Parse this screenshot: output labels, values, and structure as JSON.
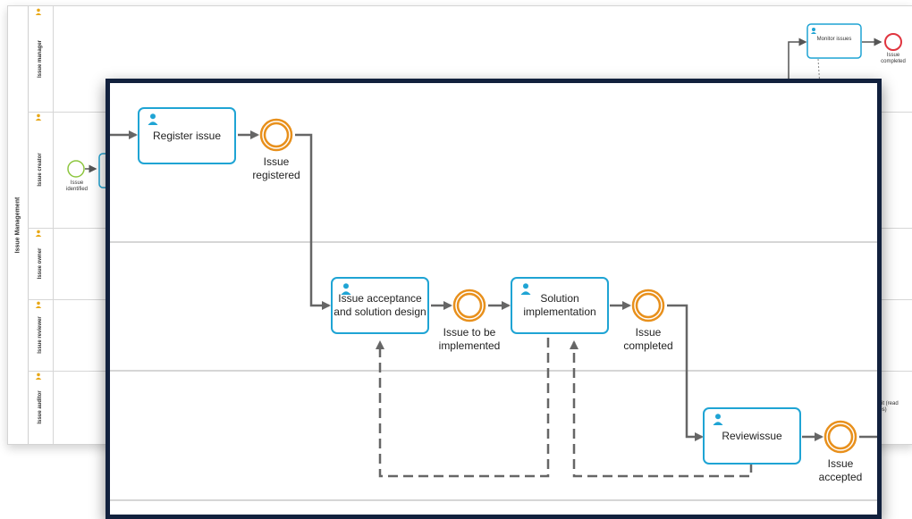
{
  "background": {
    "pool_title": "Issue Management",
    "lanes": [
      "Issue manager",
      "Issue creator",
      "Issue owner",
      "Issue reviewer",
      "Issue auditor"
    ],
    "start_event_label": "Issue identified",
    "monitor_task_label": "Monitor issues",
    "end_event_label": "Issue completed",
    "audit_fragment": "o audit (read\nvileges)"
  },
  "zoom": {
    "tasks": {
      "register": "Register issue",
      "acceptance": "Issue acceptance\nand solution design",
      "solution": "Solution\nimplementation",
      "review": "Reviewissue"
    },
    "events": {
      "registered": "Issue\nregistered",
      "to_be_implemented": "Issue to be\nimplemented",
      "completed": "Issue\ncompleted",
      "accepted": "Issue\naccepted"
    }
  },
  "colors": {
    "task_border": "#1fa4d4",
    "intermediate_event": "#e8901c",
    "start_event": "#8dc63f",
    "end_event": "#e0353f",
    "frame": "#12213d",
    "flow": "#666666"
  }
}
